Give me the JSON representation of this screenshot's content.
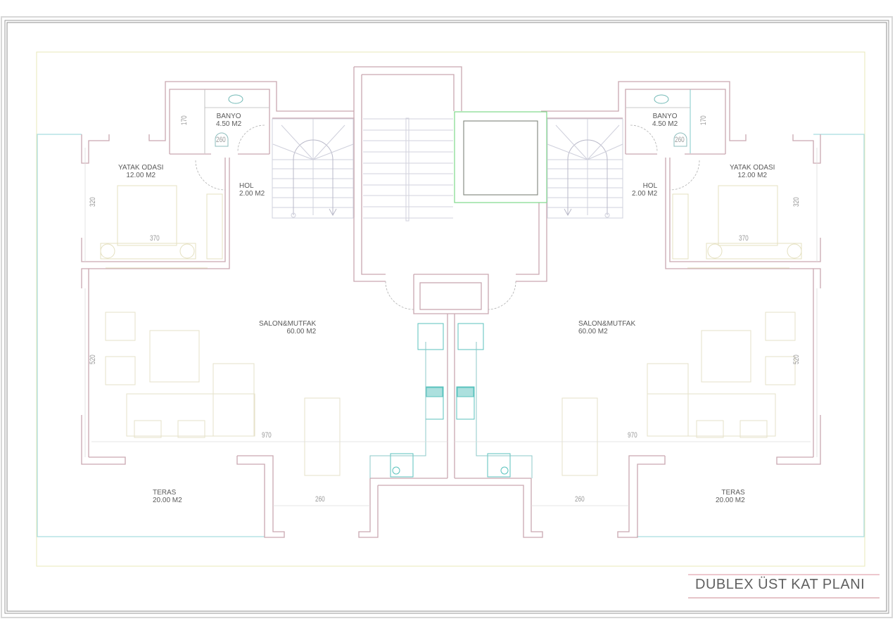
{
  "title": "DUBLEX ÜST KAT PLANI",
  "colors": {
    "wall": "#c9a8b0",
    "wall_dark": "#8a7f84",
    "border": "#8c8c8c",
    "site_line": "#e6e6b0",
    "terrace_line": "#a8dde0",
    "elevator": "#7fd88a",
    "kitchen": "#59c2bd",
    "furniture": "#e8e4c8",
    "stair": "#c8c8d8"
  },
  "rooms": {
    "left": {
      "bedroom": {
        "name": "YATAK ODASI",
        "area": "12.00 M2"
      },
      "bathroom": {
        "name": "BANYO",
        "area": "4.50 M2"
      },
      "hall": {
        "name": "HOL",
        "area": "2.00 M2"
      },
      "living": {
        "name": "SALON&MUTFAK",
        "area": "60.00 M2"
      },
      "terrace": {
        "name": "TERAS",
        "area": "20.00 M2"
      }
    },
    "right": {
      "bedroom": {
        "name": "YATAK ODASI",
        "area": "12.00 M2"
      },
      "bathroom": {
        "name": "BANYO",
        "area": "4.50 M2"
      },
      "hall": {
        "name": "HOL",
        "area": "2.00 M2"
      },
      "living": {
        "name": "SALON&MUTFAK",
        "area": "60.00 M2"
      },
      "terrace": {
        "name": "TERAS",
        "area": "20.00 M2"
      }
    }
  },
  "dimensions": {
    "left": {
      "bath_height": "170",
      "wc": "260",
      "bed_height": "320",
      "bed_width": "370",
      "living_height": "520",
      "living_width": "970",
      "terrace_width": "260"
    },
    "right": {
      "bath_height": "170",
      "wc": "260",
      "bed_height": "320",
      "bed_width": "370",
      "living_height": "520",
      "living_width": "970",
      "terrace_width": "260"
    }
  }
}
